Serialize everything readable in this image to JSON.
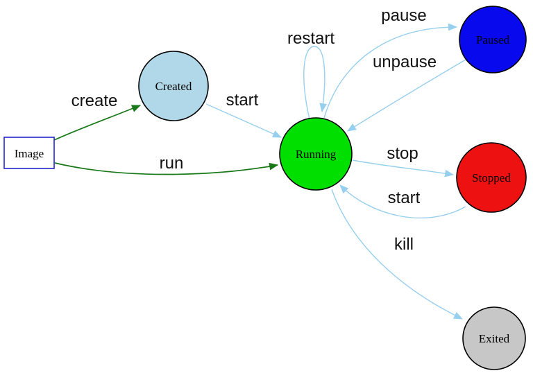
{
  "diagram": {
    "background": "#ffffff",
    "label_color": "#111111",
    "colors": {
      "flow_green": "#187818",
      "flow_blue": "#97cfee",
      "node_stroke": "#000000"
    },
    "nodes": {
      "image": {
        "label": "Image",
        "shape": "rectangle",
        "fill": "#ffffff",
        "stroke": "#2222cc"
      },
      "created": {
        "label": "Created",
        "shape": "circle",
        "fill": "#b0d8e8",
        "stroke": "#000000"
      },
      "running": {
        "label": "Running",
        "shape": "circle",
        "fill": "#00df00",
        "stroke": "#000000"
      },
      "paused": {
        "label": "Paused",
        "shape": "circle",
        "fill": "#0909ee",
        "stroke": "#000000"
      },
      "stopped": {
        "label": "Stopped",
        "shape": "circle",
        "fill": "#ee1111",
        "stroke": "#000000"
      },
      "exited": {
        "label": "Exited",
        "shape": "circle",
        "fill": "#c7c7c7",
        "stroke": "#000000"
      }
    },
    "edges": {
      "create": {
        "label": "create",
        "from": "image",
        "to": "created",
        "color": "#187818"
      },
      "run": {
        "label": "run",
        "from": "image",
        "to": "running",
        "color": "#187818"
      },
      "start_created": {
        "label": "start",
        "from": "created",
        "to": "running",
        "color": "#97cfee"
      },
      "restart": {
        "label": "restart",
        "from": "running",
        "to": "running",
        "color": "#97cfee"
      },
      "pause": {
        "label": "pause",
        "from": "running",
        "to": "paused",
        "color": "#97cfee"
      },
      "unpause": {
        "label": "unpause",
        "from": "paused",
        "to": "running",
        "color": "#97cfee"
      },
      "stop": {
        "label": "stop",
        "from": "running",
        "to": "stopped",
        "color": "#97cfee"
      },
      "start_stopped": {
        "label": "start",
        "from": "stopped",
        "to": "running",
        "color": "#97cfee"
      },
      "kill": {
        "label": "kill",
        "from": "running",
        "to": "exited",
        "color": "#97cfee"
      }
    }
  }
}
